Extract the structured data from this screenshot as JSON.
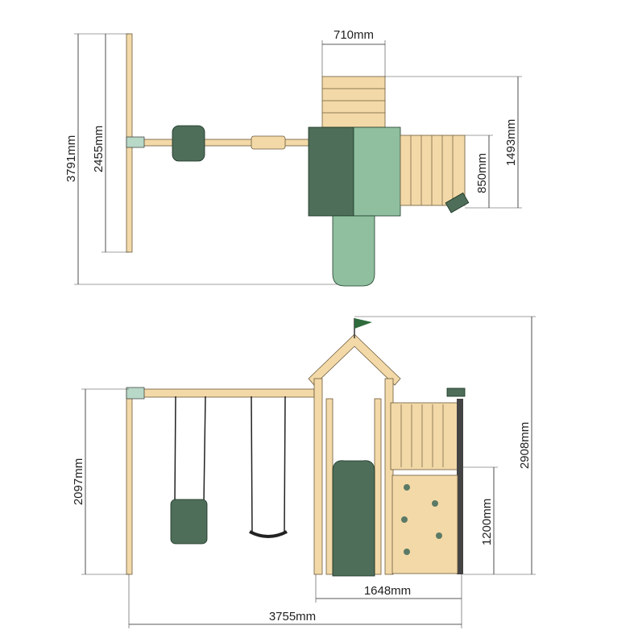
{
  "top_view": {
    "dimensions": {
      "deck_width": "710mm",
      "overall_depth": "3791mm",
      "swing_beam_length": "2455mm",
      "tower_depth": "1493mm",
      "side_deck_depth": "850mm"
    }
  },
  "front_view": {
    "dimensions": {
      "overall_height": "2908mm",
      "swing_height": "2097mm",
      "deck_height": "1200mm",
      "tower_width": "1648mm",
      "overall_width": "3755mm"
    }
  },
  "colors": {
    "wood": "#f3d9a8",
    "green": "#8fbf9f",
    "dark_green": "#4f6e5a"
  }
}
